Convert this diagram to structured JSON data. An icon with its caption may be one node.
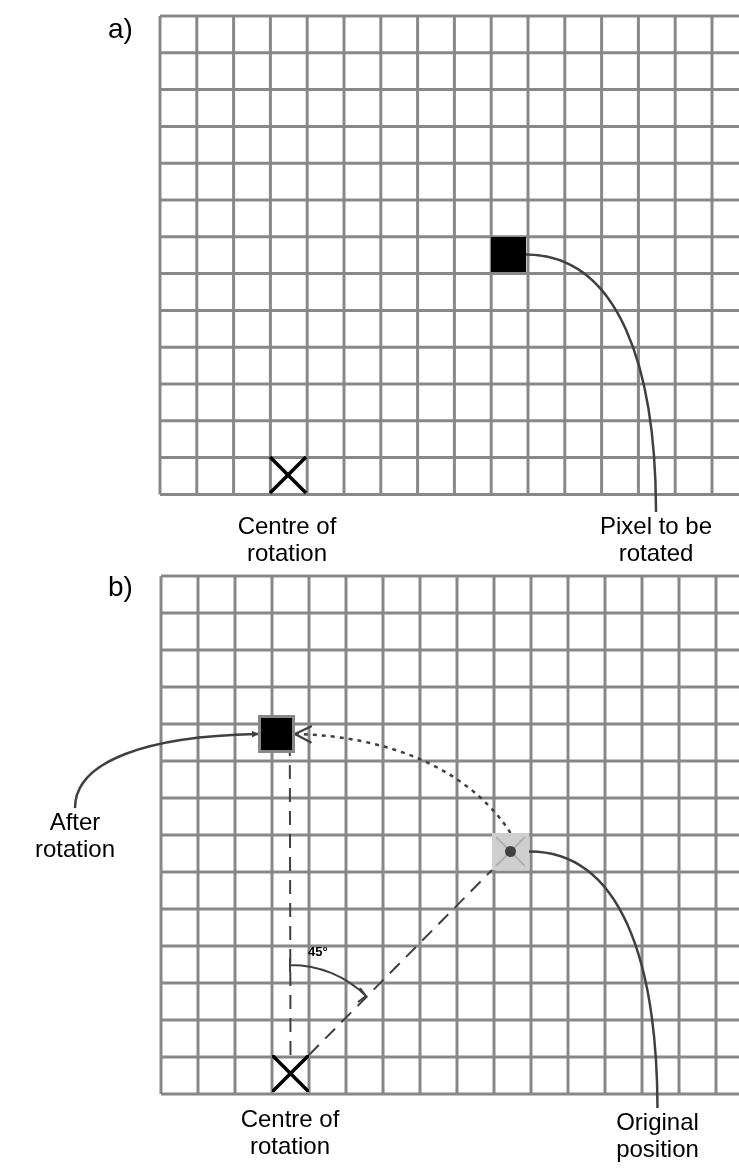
{
  "diagram": {
    "nodes": [
      {
        "text": [],
        "shape": "box"
      },
      {
        "text": [
          "Pixel to be rotated"
        ]
      },
      {
        "text": [],
        "shape": "box"
      },
      {
        "text": [
          "After rotation"
        ]
      },
      {
        "text": [],
        "shape": "box"
      },
      {
        "text": [],
        "shape": "cross"
      },
      {
        "text": [
          "Original position"
        ]
      }
    ],
    "edges": [
      {
        "from": 1,
        "to": 0,
        "arrow": "none"
      },
      {
        "from": 3,
        "to": 2,
        "arrow": "to"
      },
      {
        "from": 4,
        "to": 2,
        "arrow": "to",
        "style": "dashed"
      },
      {
        "from": 5,
        "to": 2,
        "arrow": "none",
        "style": "dashed"
      },
      {
        "from": 5,
        "to": 4,
        "arrow": "none",
        "style": "dashed"
      },
      {
        "from": 6,
        "to": 4,
        "arrow": "none"
      }
    ],
    "labels": [
      "a)",
      "Centre of rotation",
      "b)",
      "45°",
      "Centre of rotation"
    ]
  }
}
